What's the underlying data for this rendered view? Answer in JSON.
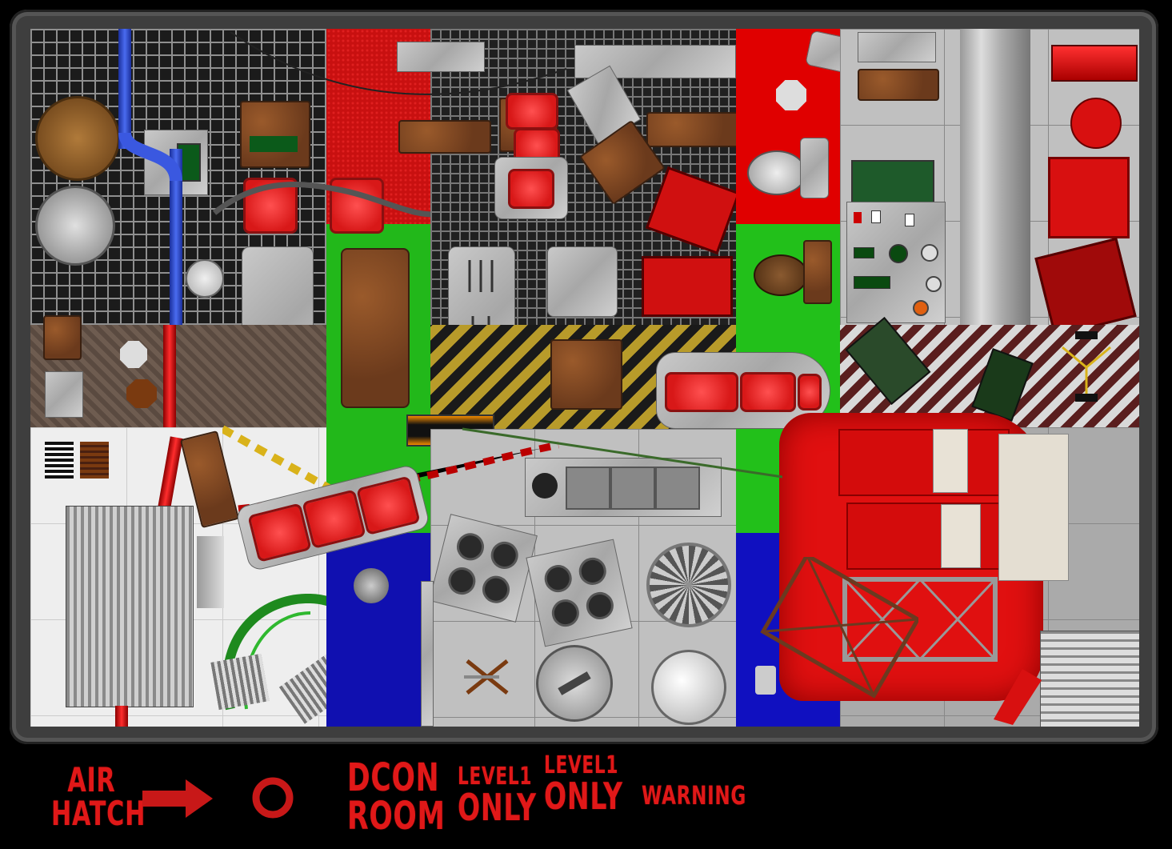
{
  "legend": {
    "air_hatch_line1": "AIR",
    "air_hatch_line2": "HATCH",
    "dcon_line1": "DCON",
    "dcon_line2": "ROOM",
    "level1_small_line1": "LEVEL1",
    "level1_small_line2": "ONLY",
    "level1_large_line1": "LEVEL1",
    "level1_large_line2": "ONLY",
    "warning": "WARNING"
  },
  "icons": {
    "arrow": "arrow-right-icon",
    "ring": "ring-icon"
  },
  "colors": {
    "label_red": "#e01818",
    "cushion_red": "#ff3030",
    "zone_red": "#e00000",
    "zone_green": "#27c81a",
    "zone_blue": "#1414c8",
    "hull": "#3e3e3e"
  }
}
